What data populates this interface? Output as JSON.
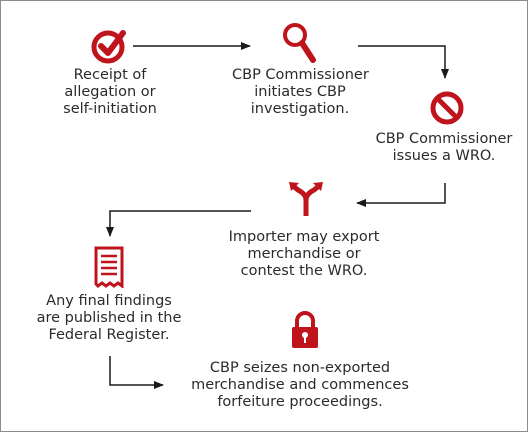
{
  "colors": {
    "accent": "#c0141c",
    "arrow": "#1a1a1a",
    "text": "#2b2b2b",
    "border": "#8c8c8c"
  },
  "steps": [
    {
      "id": "receipt",
      "icon": "check-circle-icon",
      "lines": [
        "Receipt of",
        "allegation or",
        "self-initiation"
      ]
    },
    {
      "id": "investigation",
      "icon": "magnifier-icon",
      "lines": [
        "CBP Commissioner",
        "initiates CBP",
        "investigation."
      ]
    },
    {
      "id": "wro",
      "icon": "prohibited-icon",
      "lines": [
        "CBP Commissioner",
        "issues a WRO."
      ]
    },
    {
      "id": "importer",
      "icon": "split-arrow-icon",
      "lines": [
        "Importer may export",
        "merchandise or",
        "contest the WRO."
      ]
    },
    {
      "id": "findings",
      "icon": "document-icon",
      "lines": [
        "Any final findings",
        "are published in the",
        "Federal Register."
      ]
    },
    {
      "id": "seizure",
      "icon": "padlock-icon",
      "lines": [
        "CBP seizes non-exported",
        "merchandise and commences",
        "forfeiture proceedings."
      ]
    }
  ]
}
